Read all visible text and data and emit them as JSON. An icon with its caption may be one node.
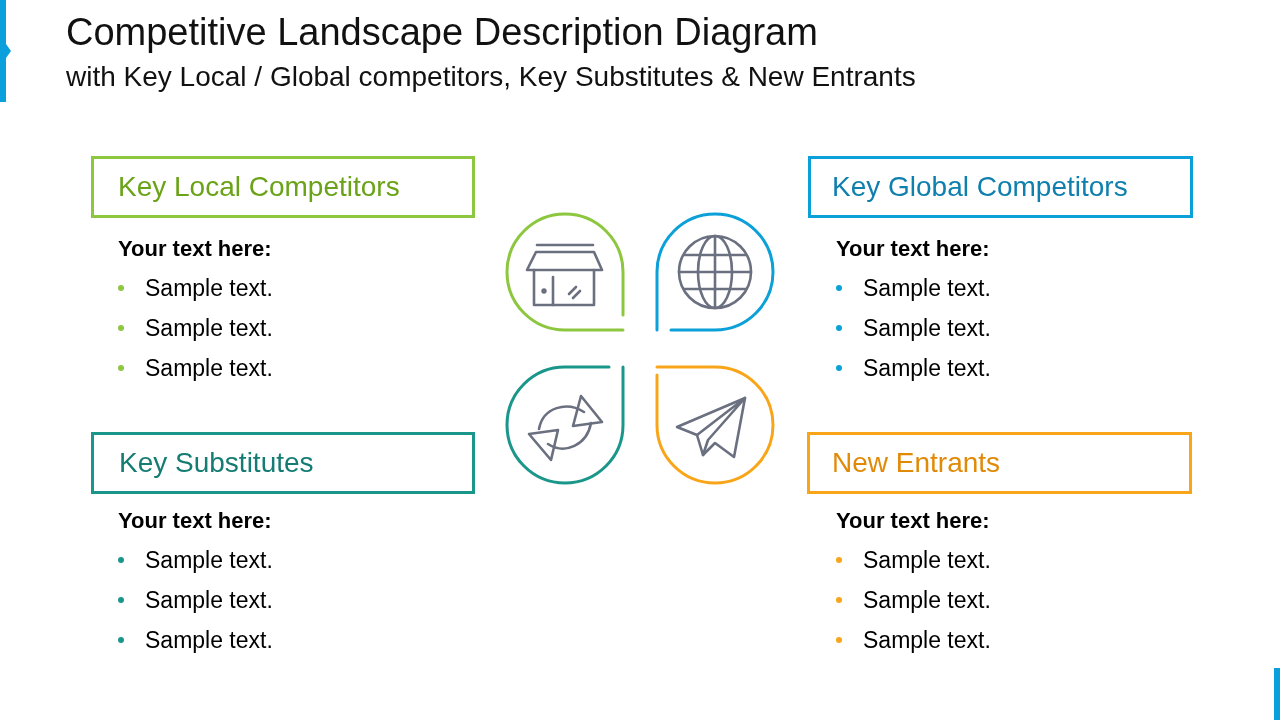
{
  "diagram": {
    "title": "Competitive Landscape Description Diagram",
    "nodes": [
      {
        "text": [
          "Key Local Competitors"
        ],
        "beside": [
          "Your text here:",
          "Sample text.",
          "Sample text.",
          "Sample text."
        ]
      },
      {
        "text": [
          "Key Global Competitors"
        ],
        "beside": [
          "Your text here:",
          "Sample text.",
          "Sample text.",
          "Sample text."
        ]
      },
      {
        "text": [
          "Key Substitutes"
        ],
        "beside": [
          "Your text here:",
          "Sample text.",
          "Sample text.",
          "Sample text."
        ]
      },
      {
        "text": [
          "New Entrants"
        ],
        "beside": [
          "Your text here:",
          "Sample text.",
          "Sample text.",
          "Sample text."
        ]
      }
    ],
    "labels": [
      "with Key Local / Global competitors, Key Substitutes & New Entrants"
    ]
  }
}
